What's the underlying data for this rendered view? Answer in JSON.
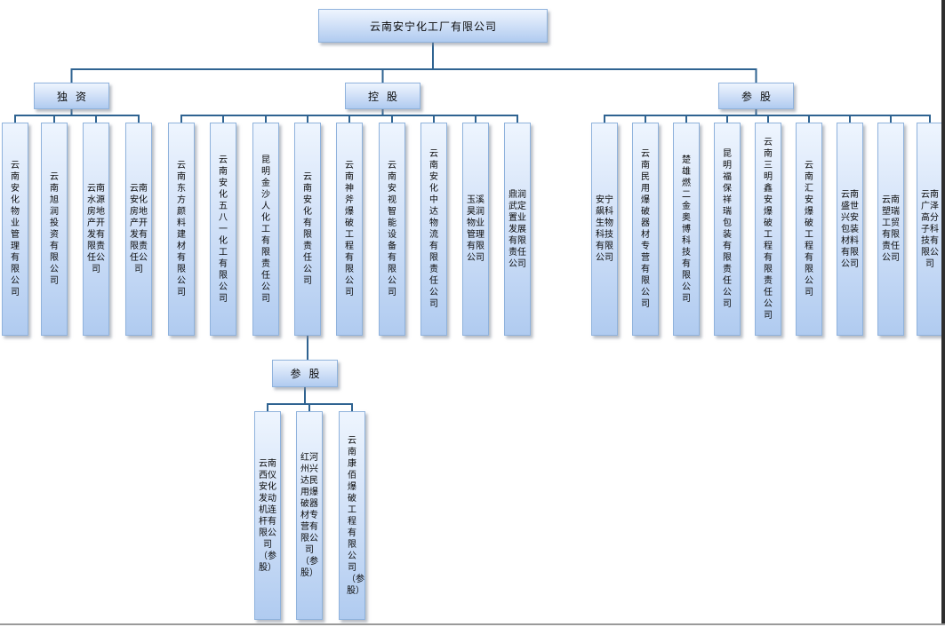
{
  "root": {
    "name": "云南安宁化工厂有限公司"
  },
  "branches": [
    {
      "label": "独资",
      "children": [
        {
          "name": "云南安化物业管理有限公司",
          "columns": 1
        },
        {
          "name": "云南旭润投资有限公司",
          "columns": 1
        },
        {
          "name": "云南水源房地产开发有限责任公司",
          "columns": 2
        },
        {
          "name": "云南安化房地产开发有限责任公司",
          "columns": 2
        }
      ]
    },
    {
      "label": "控股",
      "children": [
        {
          "name": "云南东方颜料建材有限公司",
          "columns": 1
        },
        {
          "name": "云南安化五八一化工有限公司",
          "columns": 1
        },
        {
          "name": "昆明金沙人化工有限责任公司",
          "columns": 1
        },
        {
          "name": "云南安化有限责任公司",
          "columns": 1
        },
        {
          "name": "云南神斧爆破工程有限公司",
          "columns": 1
        },
        {
          "name": "云南安视智能设备有限公司",
          "columns": 1
        },
        {
          "name": "云南安化中达物流有限责任公司",
          "columns": 1
        },
        {
          "name": "玉溪昊润物业管理有限公司",
          "columns": 2
        },
        {
          "name": "鼎润武定置业发展有限责任公司",
          "columns": 2
        }
      ]
    },
    {
      "label": "参股",
      "children": [
        {
          "name": "安宁飙科生物科技有限公司",
          "columns": 2
        },
        {
          "name": "云南民用爆破器材专营有限公司",
          "columns": 1
        },
        {
          "name": "楚雄燃二金奥博科技有限公司",
          "columns": 1
        },
        {
          "name": "昆明福保祥瑞包装有限责任公司",
          "columns": 1
        },
        {
          "name": "云南三明鑫安爆破工程有限责任公司",
          "columns": 1
        },
        {
          "name": "云南汇安爆破工程有限公司",
          "columns": 1
        },
        {
          "name": "云南盛世兴安包装材料有限公司",
          "columns": 2
        },
        {
          "name": "云南塑瑞工贸有限责任公司",
          "columns": 2
        },
        {
          "name": "云南广泽高分子科技有限公司",
          "columns": 2
        }
      ]
    }
  ],
  "sub_branch": {
    "label": "参股",
    "parent": "云南安化有限责任公司",
    "children": [
      {
        "name": "云南西仪安化发动机连杆有限公司（参股）",
        "columns": 2
      },
      {
        "name": "红河州兴达民用爆破器材专营有限公司（参股）",
        "columns": 2
      },
      {
        "name": "云南康佰爆破工程有限公司（参股）",
        "columns": 1
      }
    ]
  },
  "colors": {
    "box_border": "#8fb2dc",
    "box_fill_top": "#eef5fe",
    "box_fill_bottom": "#b0cbf0",
    "connector": "#2f6391"
  }
}
